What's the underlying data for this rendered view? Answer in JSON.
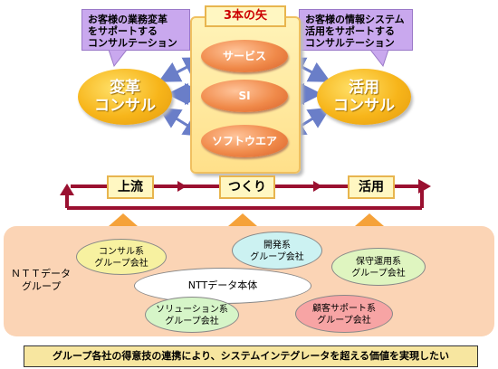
{
  "callout_left": {
    "line1": "お客様の業務変革",
    "line2": "をサポートする",
    "line3": "コンサルテーション"
  },
  "callout_right": {
    "line1": "お客様の情報システム",
    "line2": "活用をサポートする",
    "line3": "コンサルテーション"
  },
  "arrows_title": "3本の矢",
  "arrows": [
    "サービス",
    "SI",
    "ソフトウエア"
  ],
  "consul_left": {
    "line1": "変革",
    "line2": "コンサル"
  },
  "consul_right": {
    "line1": "活用",
    "line2": "コンサル"
  },
  "flow": [
    "上流",
    "つくり",
    "活用"
  ],
  "group_label": {
    "line1": "ＮＴＴデータ",
    "line2": "グループ"
  },
  "groups": {
    "consul": {
      "line1": "コンサル系",
      "line2": "グループ会社"
    },
    "dev": {
      "line1": "開発系",
      "line2": "グループ会社"
    },
    "maint": {
      "line1": "保守運用系",
      "line2": "グループ会社"
    },
    "core": "NTTデータ本体",
    "solution": {
      "line1": "ソリューション系",
      "line2": "グループ会社"
    },
    "support": {
      "line1": "顧客サポート系",
      "line2": "グループ会社"
    }
  },
  "colors": {
    "dev": "#ccf2f2",
    "maint": "#dff5c0",
    "consul": "#f7f1a0",
    "solution": "#d6f5c8",
    "support": "#f7a4a4"
  },
  "footer": "グループ各社の得意技の連携により、システムインテグレータを超える価値を実現したい"
}
